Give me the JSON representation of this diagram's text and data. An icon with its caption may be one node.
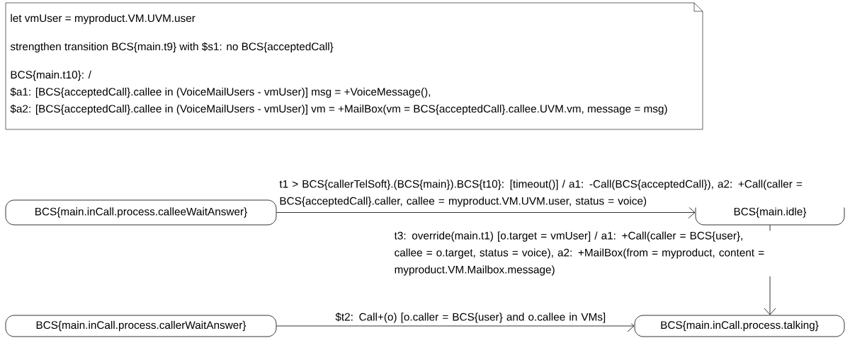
{
  "diagram": {
    "nodes": [
      {
        "text": [
          "let vmUser = myproduct.VM.UVM.user",
          "strengthen transition BCS{main.t9} with $s1: no BCS{acceptedCall}",
          "BCS{main.t10}: /",
          "$a1: [BCS{acceptedCall}.callee in (VoiceMailUsers - vmUser)] msg = +VoiceMessage(),",
          "$a2: [BCS{acceptedCall}.callee in (VoiceMailUsers - vmUser)] vm = +MailBox(vm = BCS{acceptedCall}.callee.UVM.vm, message = msg)"
        ]
      },
      {
        "text": [
          "BCS{main.inCall.process.calleeWaitAnswer}"
        ]
      },
      {
        "text": [
          "BCS{main.idle}"
        ]
      },
      {
        "text": [
          "BCS{main.inCall.process.callerWaitAnswer}"
        ]
      },
      {
        "text": [
          "BCS{main.inCall.process.talking}"
        ]
      }
    ],
    "edges": [
      {
        "from": 1,
        "to": 2,
        "arrow": "to",
        "label": "t1 > BCS{callerTelSoft}.(BCS{main}).BCS{t10}: [timeout()] / a1: -Call(BCS{acceptedCall}), a2: +Call(caller = BCS{acceptedCall}.caller, callee = myproduct.VM.UVM.user, status = voice)"
      },
      {
        "from": 2,
        "to": 4,
        "arrow": "to",
        "label": "t3: override(main.t1) [o.target = vmUser] / a1: +Call(caller = BCS{user}, callee = o.target, status = voice), a2: +MailBox(from = myproduct, content = myproduct.VM.Mailbox.message)"
      },
      {
        "from": 3,
        "to": 4,
        "arrow": "to",
        "label": "$t2: Call+(o) [o.caller = BCS{user} and o.callee in VMs]"
      }
    ]
  }
}
